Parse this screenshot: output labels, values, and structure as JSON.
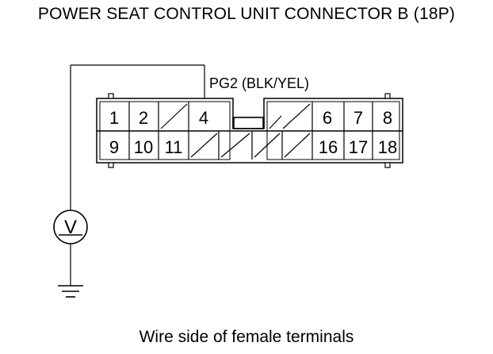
{
  "title": "POWER SEAT CONTROL UNIT CONNECTOR B (18P)",
  "wire_label": "PG2 (BLK/YEL)",
  "caption": "Wire side of female terminals",
  "pins_top_left": [
    "1",
    "2",
    "4"
  ],
  "pins_top_right": [
    "6",
    "7",
    "8"
  ],
  "pins_bottom_left": [
    "9",
    "10",
    "11"
  ],
  "pins_bottom_right": [
    "16",
    "17",
    "18"
  ],
  "meter": {
    "symbol": "V"
  },
  "colors": {
    "line": "#000000",
    "background": "#ffffff"
  }
}
